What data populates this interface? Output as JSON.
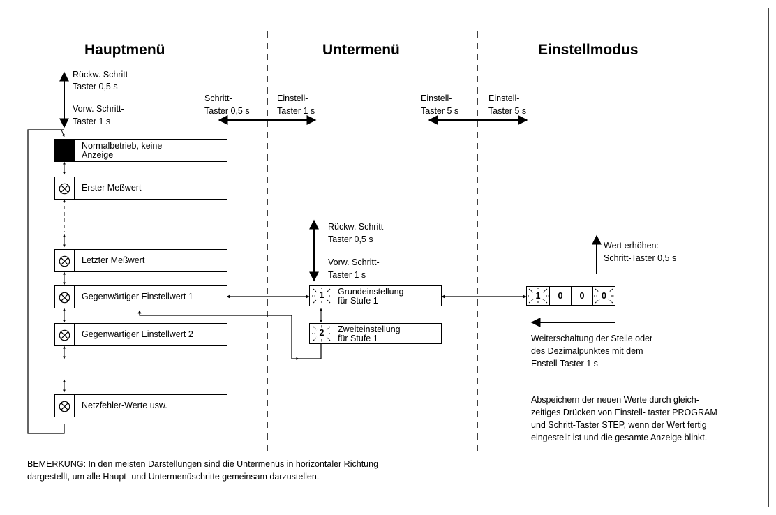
{
  "headings": {
    "main_menu": "Hauptmenü",
    "sub_menu": "Untermenü",
    "setting_mode": "Einstellmodus"
  },
  "main_nav": {
    "back_line1": "Rückw. Schritt-",
    "back_line2": "Taster 0,5 s",
    "fwd_line1": "Vorw. Schritt-",
    "fwd_line2": "Taster 1 s"
  },
  "transitions": {
    "left_line1": "Schritt-",
    "left_line2": "Taster 0,5 s",
    "mid_line1": "Einstell-",
    "mid_line2": "Taster 1 s",
    "right_a_line1": "Einstell-",
    "right_a_line2": "Taster 5 s",
    "right_b_line1": "Einstell-",
    "right_b_line2": "Taster 5 s"
  },
  "main_items": [
    {
      "line1": "Normalbetrieb, keine",
      "line2": "Anzeige"
    },
    {
      "line1": "Erster Meßwert"
    },
    {
      "line1": "Letzter Meßwert"
    },
    {
      "line1": "Gegenwärtiger Einstellwert 1"
    },
    {
      "line1": "Gegenwärtiger Einstellwert 2"
    },
    {
      "line1": "Netzfehler-Werte usw."
    }
  ],
  "sub_nav": {
    "back_line1": "Rückw. Schritt-",
    "back_line2": "Taster 0,5 s",
    "fwd_line1": "Vorw. Schritt-",
    "fwd_line2": "Taster 1 s"
  },
  "sub_items": [
    {
      "digit": "1",
      "line1": "Grundeinstellung",
      "line2": "für Stufe 1"
    },
    {
      "digit": "2",
      "line1": "Zweiteinstellung",
      "line2": "für Stufe 1"
    }
  ],
  "setting": {
    "digits": [
      "1",
      "0",
      "0",
      "0"
    ],
    "increase_line1": "Wert erhöhen:",
    "increase_line2": "Schritt-Taster 0,5 s",
    "shift_line1": "Weiterschaltung der Stelle oder",
    "shift_line2": "des Dezimalpunktes mit dem",
    "shift_line3": "Enstell-Taster 1 s",
    "save_line1": "Abspeichern der neuen Werte durch gleich-",
    "save_line2": "zeitiges Drücken von Einstell- taster PROGRAM",
    "save_line3": "und Schritt-Taster STEP, wenn der Wert fertig",
    "save_line4": "eingestellt ist und die gesamte Anzeige blinkt."
  },
  "note": {
    "line1": "BEMERKUNG: In den meisten Darstellungen sind die Untermenüs in horizontaler Richtung",
    "line2": "dargestellt, um alle Haupt- und Untermenüschritte gemeinsam darzustellen."
  },
  "icons": {
    "main_item_icon": "lamp-cross-icon",
    "normal_item_icon": "solid-block-icon",
    "blinking_digit_icon": "blinking-digit-icon"
  }
}
